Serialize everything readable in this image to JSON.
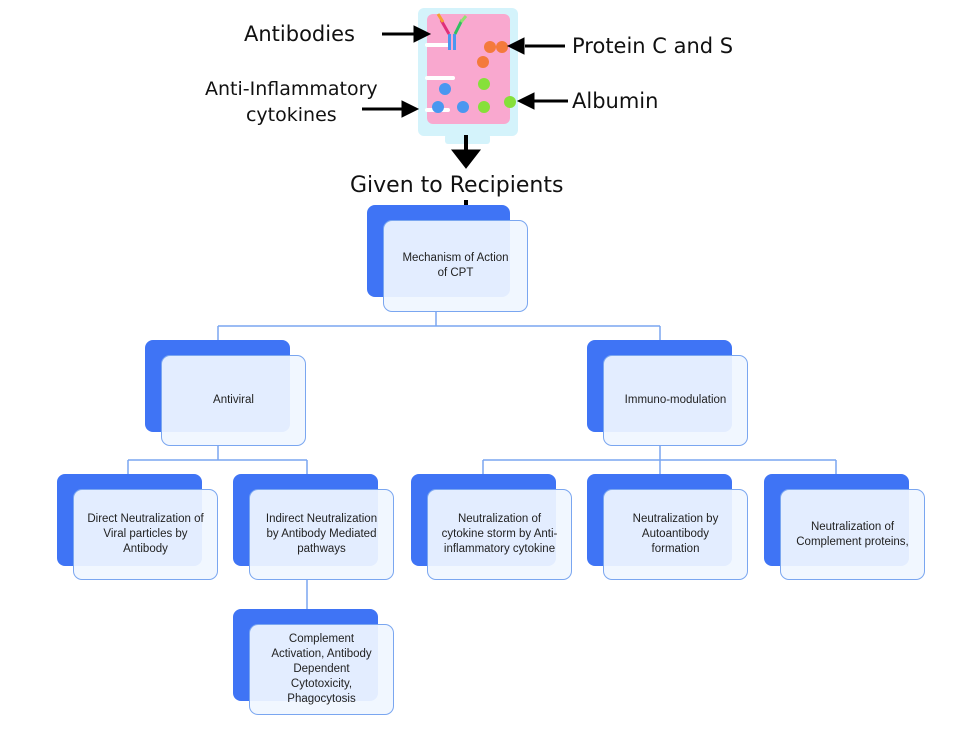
{
  "illustration": {
    "bag_labels": {
      "antibodies": "Antibodies",
      "protein_c_s": "Protein C and S",
      "anti_inflammatory": "Anti-Inflammatory\ncytokines",
      "albumin": "Albumin"
    },
    "colors": {
      "bag_outer": "#d4f3fb",
      "bag_inner": "#f9a8cf",
      "protein_dots": "#f47a3c",
      "albumin_dots": "#86e03a",
      "cytokine_dots": "#4a97f0"
    },
    "transfer_label": "Given to Recipients"
  },
  "tree": {
    "root": {
      "label": "Mechanism of Action\nof CPT"
    },
    "branches": [
      {
        "label": "Antiviral",
        "children": [
          {
            "label": "Direct Neutralization of\nViral particles by\nAntibody"
          },
          {
            "label": "Indirect Neutralization\nby Antibody Mediated\npathways",
            "children": [
              {
                "label": "Complement\nActivation, Antibody\nDependent\nCytotoxicity,\nPhagocytosis"
              }
            ]
          }
        ]
      },
      {
        "label": "Immuno-modulation",
        "children": [
          {
            "label": "Neutralization of\ncytokine storm by Anti-\ninflammatory cytokine"
          },
          {
            "label": "Neutralization by\nAutoantibody\nformation"
          },
          {
            "label": "Neutralization of\nComplement proteins,"
          }
        ]
      }
    ],
    "colors": {
      "accent": "#3f74f5",
      "border": "#7aa6f0",
      "fill": "#f0f6ff"
    }
  }
}
